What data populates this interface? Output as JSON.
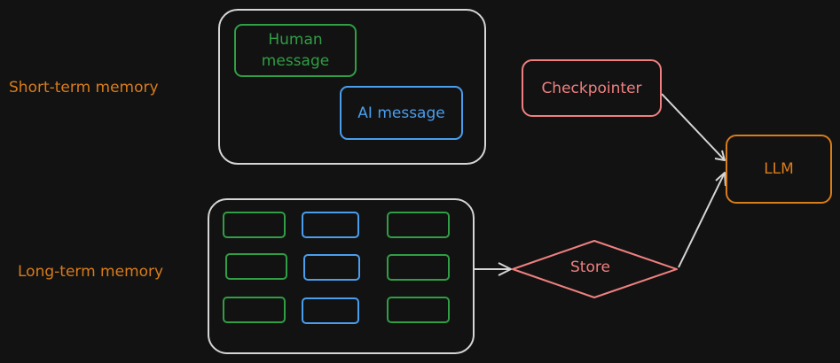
{
  "colors": {
    "background": "#121212",
    "orange": "#d97c1a",
    "green": "#2f9e44",
    "blue": "#4a9eed",
    "red": "#f08080",
    "white": "#d6d6d6"
  },
  "labels": {
    "short_term": "Short-term memory",
    "long_term": "Long-term memory"
  },
  "short_term_container": {
    "human_message": "Human message",
    "ai_message": "AI message"
  },
  "long_term_container": {
    "grid": [
      [
        "green",
        "blue",
        "green"
      ],
      [
        "green",
        "blue",
        "green"
      ],
      [
        "green",
        "blue",
        "green"
      ]
    ]
  },
  "nodes": {
    "checkpointer": "Checkpointer",
    "store": "Store",
    "llm": "LLM"
  }
}
